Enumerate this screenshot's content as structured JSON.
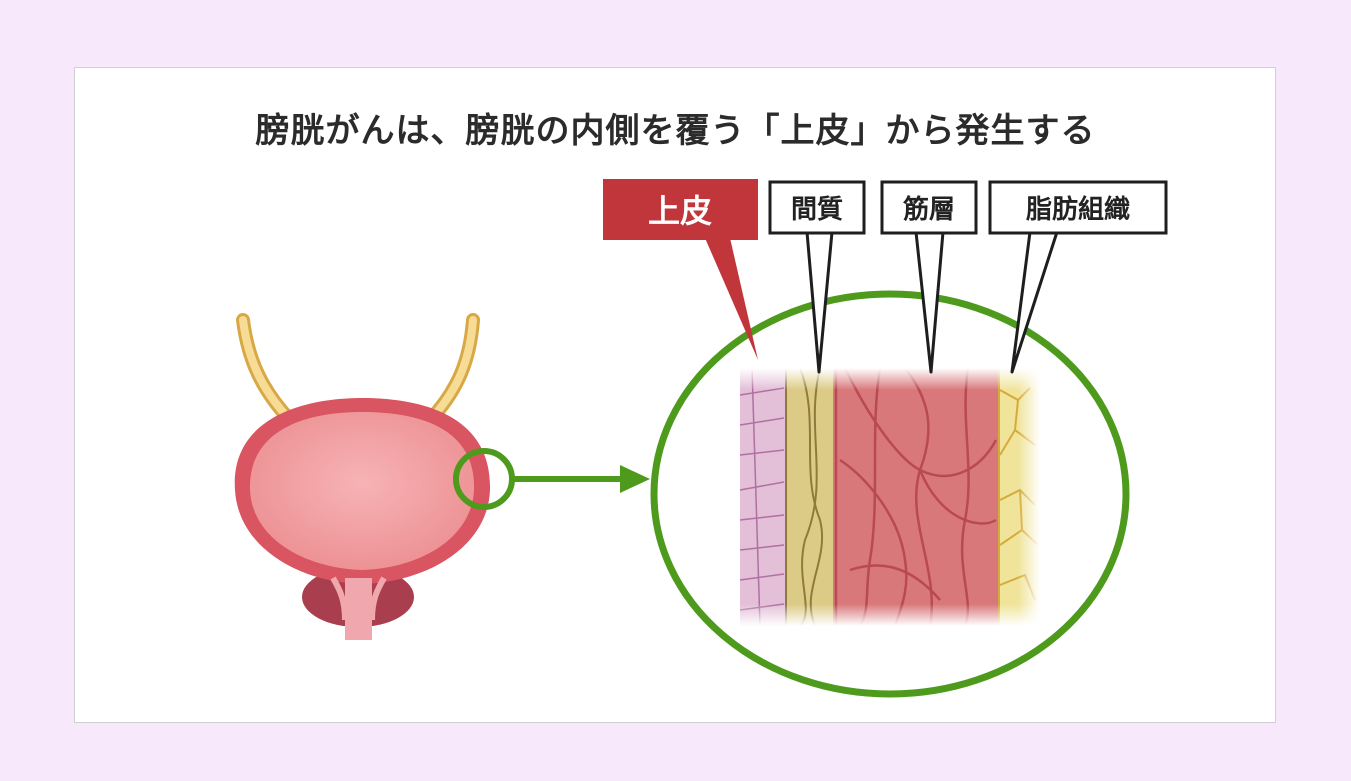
{
  "title": "膀胱がんは、膀胱の内側を覆う「上皮」から発生する",
  "labels": {
    "epithelium": "上皮",
    "interstitium": "間質",
    "muscle": "筋層",
    "fat": "脂肪組織"
  },
  "colors": {
    "background": "#f7e9fb",
    "highlight": "#c0363a",
    "zoom_ring": "#4e9a1c",
    "epithelium_layer": "#e3bfd8",
    "interstitium_layer": "#dccb86",
    "muscle_layer": "#d9787b",
    "fat_layer": "#f0e49a"
  }
}
